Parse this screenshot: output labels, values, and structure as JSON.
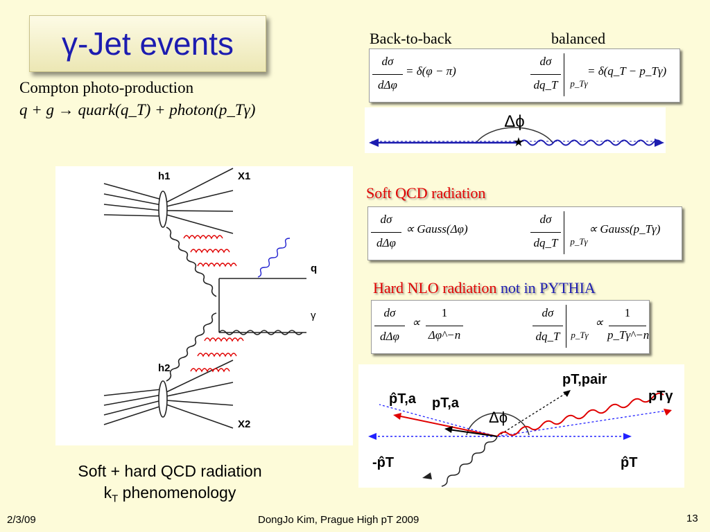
{
  "slide": {
    "title": "γ-Jet events",
    "compton_label": "Compton photo-production",
    "compton_formula": "q + g → quark(q_T) + photon(p_Tγ)",
    "back_to_back": "Back-to-back",
    "balanced": "balanced",
    "soft_qcd": "Soft QCD radiation",
    "hard_nlo": "Hard NLO radiation",
    "not_in": "not in PYTHIA",
    "caption_line1": "Soft + hard QCD radiation",
    "caption_line2_k": "k",
    "caption_line2_sub": "T",
    "caption_line2_rest": " phenomenology"
  },
  "equations": {
    "eq1_left": "= δ(φ − π)",
    "eq1_right": "= δ(q_T − p_Tγ)",
    "eq2_left": "∝ Gauss(Δφ)",
    "eq2_right": "∝ Gauss(p_Tγ)",
    "eq3_left_num": "1",
    "eq3_left_den": "Δφ^−n",
    "eq3_right_num": "1",
    "eq3_right_den": "p_Tγ^−n",
    "dsigma": "dσ",
    "ddphi": "dΔφ",
    "dqt": "dq_T",
    "ptg": "p_Tγ",
    "prop": "∝"
  },
  "diagram_feynman": {
    "h1": "h1",
    "x1": "X1",
    "q": "q",
    "gamma": "γ",
    "h2": "h2",
    "x2": "X2"
  },
  "diagram_dphi": {
    "label": "Δϕ"
  },
  "diagram_kt": {
    "pt_hat_a": "p̂T,a",
    "pt_a": "pT,a",
    "dphi": "Δϕ",
    "pt_pair": "pT,pair",
    "pt_gamma": "pTγ",
    "minus_pt": "-p̂T",
    "pt_hat": "p̂T"
  },
  "footer": {
    "date": "2/3/09",
    "author": "DongJo Kim, Prague High pT 2009",
    "page": "13"
  },
  "colors": {
    "title_blue": "#1c1cb0",
    "red": "#e00000",
    "bg": "#fdfbd9"
  }
}
